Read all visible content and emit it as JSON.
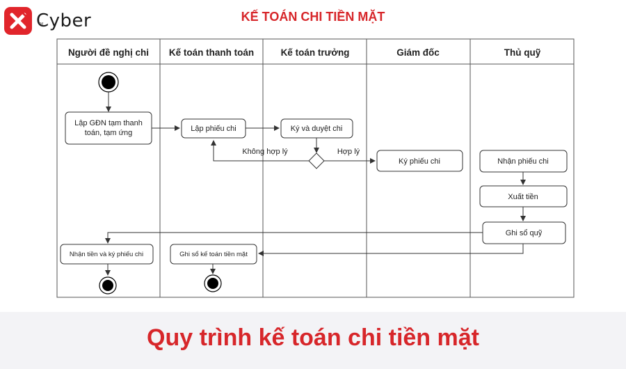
{
  "brand": {
    "name": "Cyber",
    "tm": "TM",
    "logo_icon": "x-cross-icon",
    "color": "#e1252b"
  },
  "diagram": {
    "title": "KẾ TOÁN CHI TIỀN MẶT",
    "lanes": [
      "Người đề nghị chi",
      "Kế toán thanh toán",
      "Kế toán trưởng",
      "Giám đốc",
      "Thủ quỹ"
    ],
    "nodes": {
      "lap_gdn": [
        "Lập GĐN tạm thanh",
        "toán, tạm ứng"
      ],
      "lap_phieu_chi": "Lập phiếu chi",
      "ky_duyet_chi": "Ký và duyệt chi",
      "ky_phieu_chi": "Ký phiếu chi",
      "nhan_phieu_chi": "Nhận phiếu chi",
      "xuat_tien": "Xuất tiền",
      "ghi_so_quy": "Ghi sổ quỹ",
      "nhan_tien": "Nhận tiền và ký phiếu chi",
      "ghi_so_ke_toan": "Ghi sổ kế toán tiền mặt"
    },
    "labels": {
      "khong_hop_ly": "Không hợp lý",
      "hop_ly": "Hợp lý"
    }
  },
  "caption": "Quy trình kế toán chi tiền mặt",
  "colors": {
    "accent": "#d7262a",
    "line": "#333333"
  }
}
